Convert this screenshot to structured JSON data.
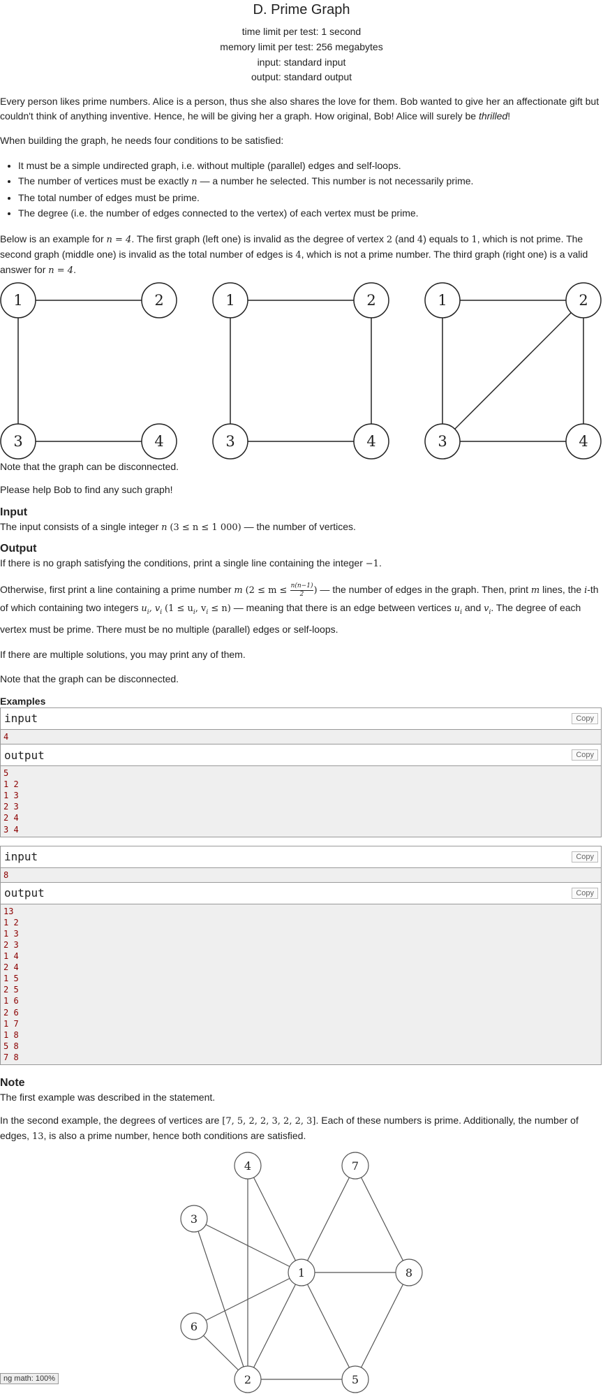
{
  "header": {
    "title": "D. Prime Graph",
    "time_limit": "time limit per test: 1 second",
    "memory_limit": "memory limit per test: 256 megabytes",
    "input": "input: standard input",
    "output": "output: standard output"
  },
  "statement": {
    "intro_1": "Every person likes prime numbers. Alice is a person, thus she also shares the love for them. Bob wanted to give her an affectionate gift but couldn't think of anything inventive. Hence, he will be giving her a graph. How original, Bob! Alice will surely be ",
    "intro_thrilled": "thrilled",
    "intro_end": "!",
    "conditions_intro": "When building the graph, he needs four conditions to be satisfied:",
    "cond_1": "It must be a simple undirected graph, i.e. without multiple (parallel) edges and self-loops.",
    "cond_2a": "The number of vertices must be exactly ",
    "cond_2b": " — a number he selected. This number is not necessarily prime.",
    "cond_3": "The total number of edges must be prime.",
    "cond_4": "The degree (i.e. the number of edges connected to the vertex) of each vertex must be prime.",
    "ex_a": "Below is an example for ",
    "ex_b": ". The first graph (left one) is invalid as the degree of vertex ",
    "ex_c": " (and ",
    "ex_d": ") equals to ",
    "ex_e": ", which is not prime. The second graph (middle one) is invalid as the total number of edges is ",
    "ex_f": ", which is not a prime number. The third graph (right one) is a valid answer for ",
    "ex_g": ".",
    "disconnected": "Note that the graph can be disconnected.",
    "help": "Please help Bob to find any such graph!"
  },
  "input_section": {
    "title": "Input",
    "text_a": "The input consists of a single integer ",
    "text_b": " — the number of vertices."
  },
  "output_section": {
    "title": "Output",
    "p1": "If there is no graph satisfying the conditions, print a single line containing the integer ",
    "p2a": "Otherwise, first print a line containing a prime number ",
    "p2b": " — the number of edges in the graph. Then, print ",
    "p2c": " lines, the ",
    "p2d": "-th of which containing two integers ",
    "p2e": " — meaning that there is an edge between vertices ",
    "p2f": " and ",
    "p2g": ". The degree of each vertex must be prime. There must be no multiple (parallel) edges or self-loops.",
    "p3": "If there are multiple solutions, you may print any of them.",
    "p4": "Note that the graph can be disconnected."
  },
  "examples": {
    "title": "Examples",
    "input_label": "input",
    "output_label": "output",
    "copy_label": "Copy",
    "tests": [
      {
        "input": "4",
        "output": "5\n1 2\n1 3\n2 3\n2 4\n3 4"
      },
      {
        "input": "8",
        "output": "13\n1 2\n1 3\n2 3\n1 4\n2 4\n1 5\n2 5\n1 6\n2 6\n1 7\n1 8\n5 8\n7 8"
      }
    ]
  },
  "note": {
    "title": "Note",
    "p1": "The first example was described in the statement.",
    "p2a": "In the second example, the degrees of vertices are ",
    "p2b": ". Each of these numbers is prime. Additionally, the number of edges, ",
    "p2c": ", is also a prime number, hence both conditions are satisfied."
  },
  "math": {
    "n": "n",
    "n_eq_4": "n = 4",
    "two": "2",
    "four": "4",
    "one": "1",
    "n_range": "(3 ≤ n ≤ 1 000)",
    "minus_one": "−1",
    "m": "m",
    "m_range_a": "(2 ≤ m ≤ ",
    "m_range_b": ")",
    "frac_num": "n(n−1)",
    "frac_den": "2",
    "i": "i",
    "uv": "u",
    "uv_full_a": "u",
    "uv_full_b": ", v",
    "uv_range": "(1 ≤ u",
    "uv_range_b": ", v",
    "uv_range_c": " ≤ n)",
    "sub_i": "i",
    "degrees": "[7, 5, 2, 2, 3, 2, 2, 3]",
    "edges_13": "13"
  },
  "graphs": {
    "small_labels": [
      "1",
      "2",
      "3",
      "4"
    ],
    "big_labels": [
      "1",
      "2",
      "3",
      "4",
      "5",
      "6",
      "7",
      "8"
    ]
  },
  "footer": {
    "badge": "ng math: 100%"
  }
}
